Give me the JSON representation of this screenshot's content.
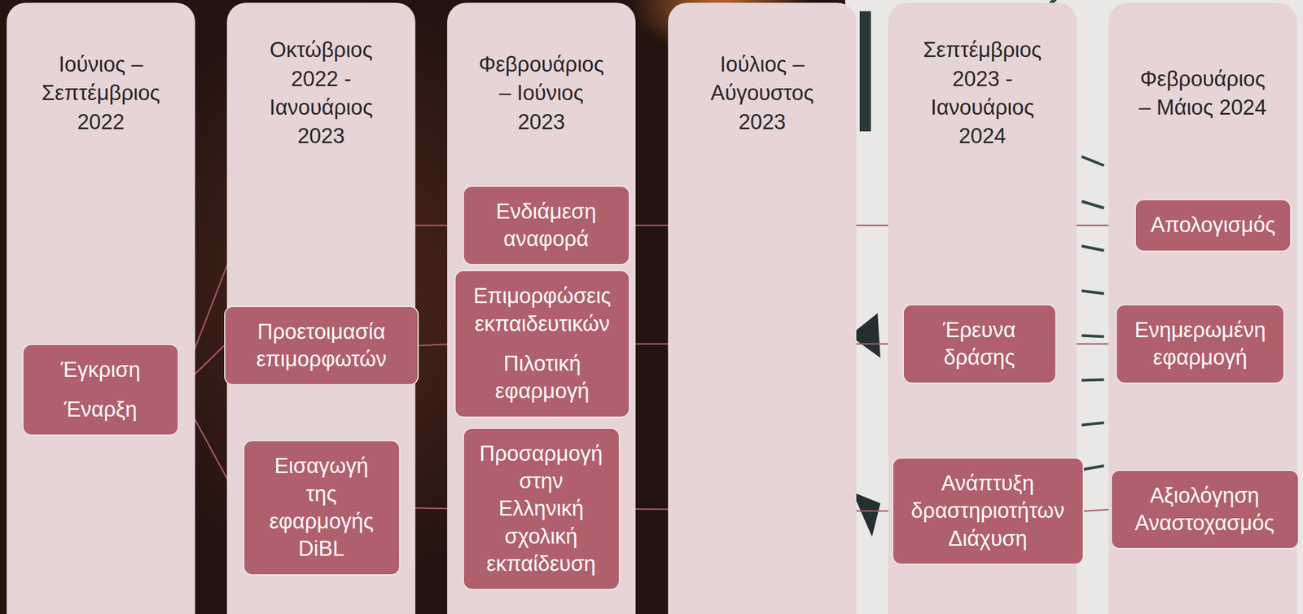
{
  "diagram": {
    "nodes": [
      {
        "text": [
          "Ιούνιος – Σεπτέμβριος 2022"
        ]
      },
      {
        "text": [
          "Έγκριση",
          "Έναρξη"
        ],
        "in": 0
      },
      {
        "text": [
          "Οκτώβριος 2022 - Ιανουάριος 2023"
        ]
      },
      {
        "text": [
          "Προετοιμασία επιμορφωτών"
        ],
        "in": 2
      },
      {
        "text": [
          "Εισαγωγή της εφαρμογής DiBL"
        ],
        "in": 2
      },
      {
        "text": [
          "Φεβρουάριος – Ιούνιος 2023"
        ]
      },
      {
        "text": [
          "Ενδιάμεση αναφορά"
        ],
        "in": 5
      },
      {
        "text": [
          "Επιμορφώσεις εκπαιδευτικών",
          "Πιλοτική εφαρμογή"
        ],
        "in": 5
      },
      {
        "text": [
          "Προσαρμογή στην Ελληνική σχολική εκπαίδευση"
        ],
        "in": 5
      },
      {
        "text": [
          "Ιούλιος – Αύγουστος 2023"
        ]
      },
      {
        "text": [
          "Σεπτέμβριος 2023 - Ιανουάριος 2024"
        ]
      },
      {
        "text": [
          "Έρευνα δράσης"
        ],
        "in": 10
      },
      {
        "text": [
          "Ανάπτυξη δραστηριοτήτων Διάχυση"
        ],
        "in": 10
      },
      {
        "text": [
          "Φεβρουάριος – Μάιος 2024"
        ]
      },
      {
        "text": [
          "Απολογισμός"
        ],
        "in": 13
      },
      {
        "text": [
          "Ενημερωμένη εφαρμογή"
        ],
        "in": 13
      },
      {
        "text": [
          "Αξιολόγηση Αναστοχασμός"
        ],
        "in": 13
      }
    ],
    "edges": [
      {
        "from": 1,
        "to": 6,
        "arrow": "none"
      },
      {
        "from": 1,
        "to": 3,
        "arrow": "none"
      },
      {
        "from": 1,
        "to": 4,
        "arrow": "none"
      },
      {
        "from": 3,
        "to": 7,
        "arrow": "none"
      },
      {
        "from": 4,
        "to": 8,
        "arrow": "none"
      },
      {
        "from": 6,
        "to": 14,
        "arrow": "none"
      },
      {
        "from": 7,
        "to": 11,
        "arrow": "none"
      },
      {
        "from": 8,
        "to": 12,
        "arrow": "none"
      },
      {
        "from": 11,
        "to": 15,
        "arrow": "none"
      },
      {
        "from": 12,
        "to": 16,
        "arrow": "none"
      }
    ]
  }
}
